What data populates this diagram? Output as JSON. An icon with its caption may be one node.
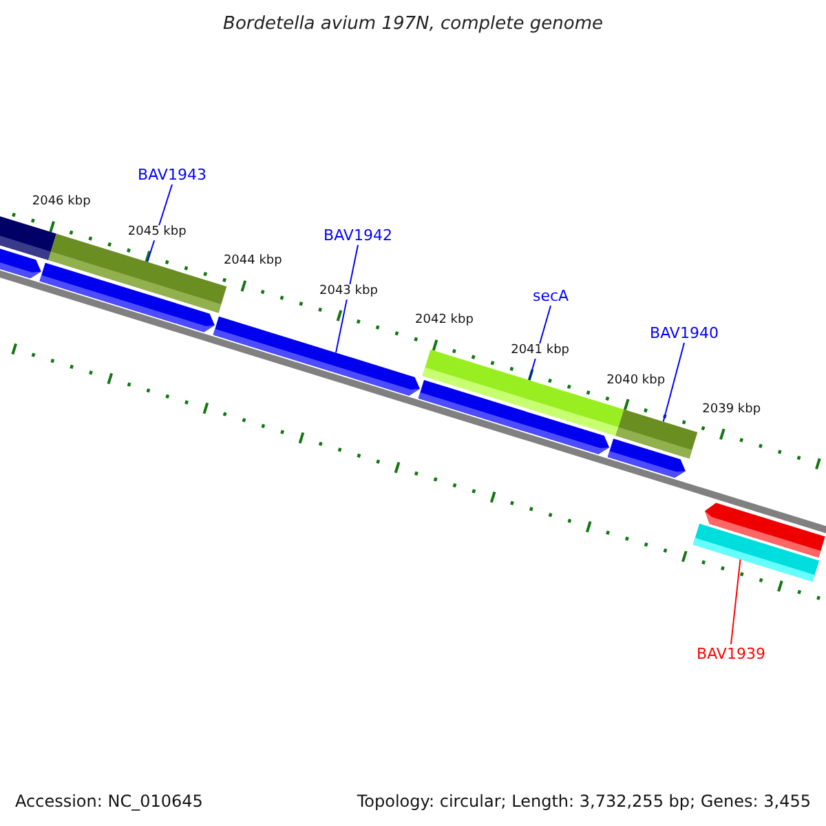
{
  "diagram": {
    "title": "Bordetella avium 197N, complete genome",
    "nodes": [
      {
        "text": [
          "BAV1943"
        ]
      },
      {
        "text": [
          "BAV1942"
        ]
      },
      {
        "text": [
          "secA"
        ]
      },
      {
        "text": [
          "BAV1940"
        ]
      },
      {
        "text": [
          "BAV1939"
        ]
      },
      {
        "text": [],
        "shape": "bar"
      },
      {
        "text": [],
        "shape": "bar"
      },
      {
        "text": [],
        "shape": "bar"
      },
      {
        "text": [],
        "shape": "bar"
      },
      {
        "text": [],
        "shape": "bar"
      },
      {
        "text": [],
        "shape": "bar"
      },
      {
        "text": [],
        "shape": "bar"
      },
      {
        "text": [],
        "shape": "bar"
      },
      {
        "text": [],
        "shape": "bar"
      },
      {
        "text": [],
        "shape": "bar"
      },
      {
        "text": [],
        "shape": "bar"
      }
    ],
    "edges": [
      {
        "from": 0,
        "to": 6,
        "arrow": "none"
      },
      {
        "from": 1,
        "to": 11,
        "arrow": "none"
      },
      {
        "from": 2,
        "to": 7,
        "arrow": "none"
      },
      {
        "from": 3,
        "to": 8,
        "arrow": "none"
      },
      {
        "from": 4,
        "to": 15,
        "arrow": "none",
        "color": "#ff0000"
      }
    ],
    "labels": [
      "2046 kbp",
      "2045 kbp",
      "2044 kbp",
      "2043 kbp",
      "2042 kbp",
      "2041 kbp",
      "2040 kbp",
      "2039 kbp",
      "Accession: NC_010645",
      "Topology: circular; Length: 3,732,255 bp; Genes: 3,455"
    ]
  }
}
